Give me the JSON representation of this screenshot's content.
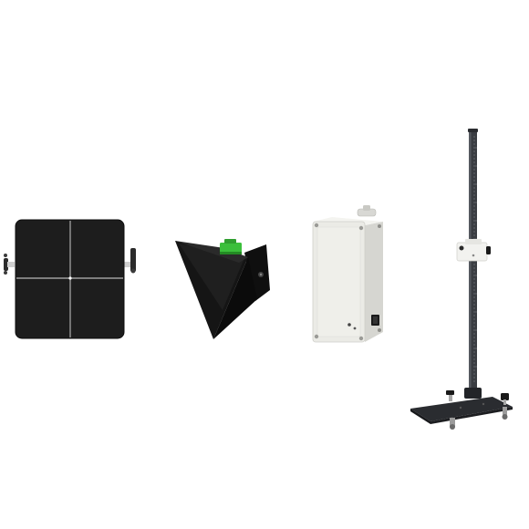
{
  "scene": {
    "background": "#ffffff",
    "items": [
      {
        "id": "calibration-panel",
        "kind": "black quadrant panel with side knobs"
      },
      {
        "id": "corner-reflector",
        "kind": "black triangular reflector with green mount"
      },
      {
        "id": "enclosure-box",
        "kind": "white electronics enclosure"
      },
      {
        "id": "tripod-stand",
        "kind": "vertical pole stand with flat base"
      }
    ],
    "colors": {
      "panel": "#1d1d1d",
      "panel_grid": "#e0e0e0",
      "reflector": "#131313",
      "mount_accent": "#3bbf3b",
      "enclosure": "#ebebe6",
      "stand_pole": "#3a3d42",
      "stand_base": "#2a2c30"
    }
  }
}
